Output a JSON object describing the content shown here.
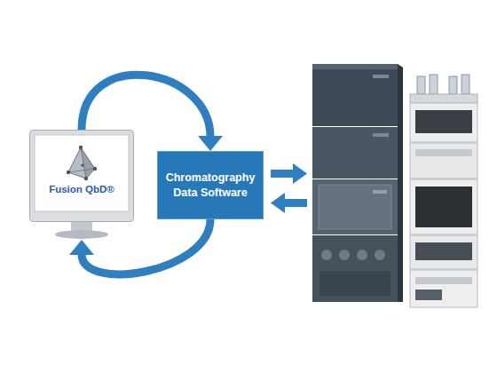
{
  "diagram": {
    "nodes": [
      {
        "text": [
          "Fusion QbD®"
        ]
      },
      {
        "text": [
          "Chromatography Data Software"
        ]
      }
    ],
    "edges": [
      {
        "from": 0,
        "to": 1,
        "arrow": "to"
      },
      {
        "from": 1,
        "to": 0,
        "arrow": "to"
      }
    ]
  }
}
